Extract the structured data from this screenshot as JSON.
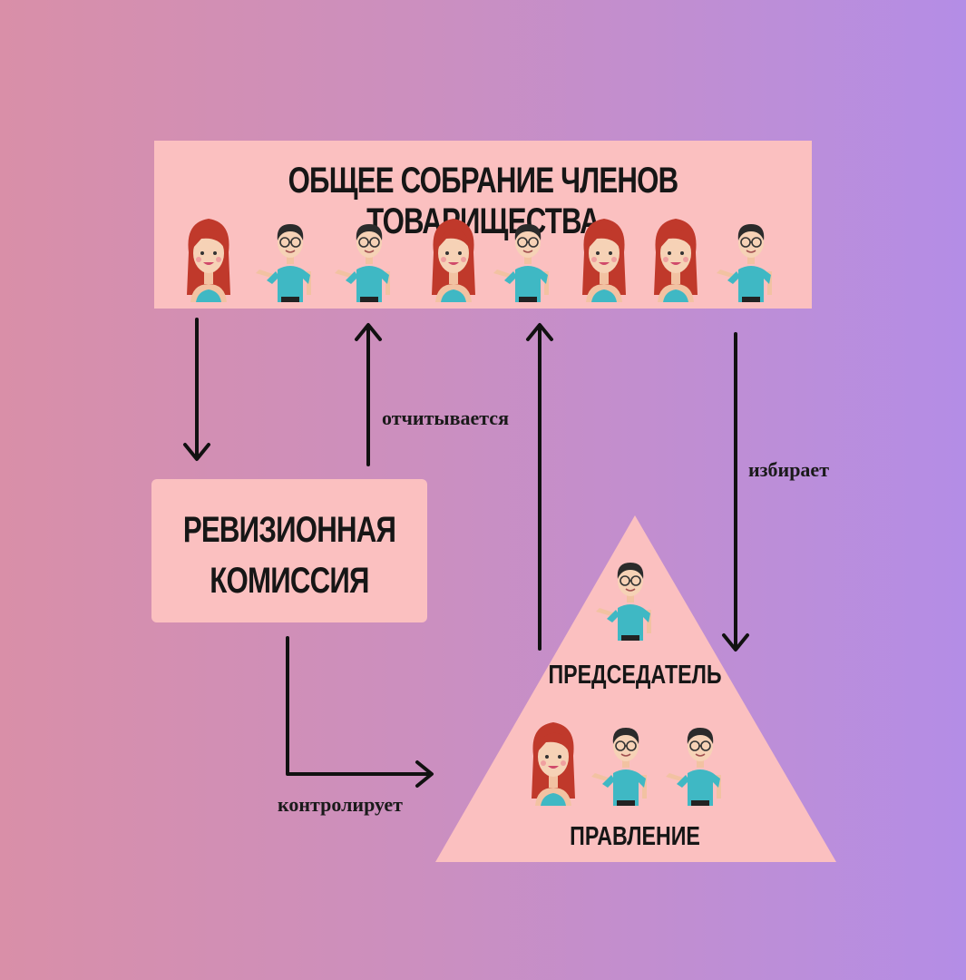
{
  "assembly": {
    "title": "ОБЩЕЕ СОБРАНИЕ ЧЛЕНОВ ТОВАРИЩЕСТВА"
  },
  "commission": {
    "line1": "РЕВИЗИОННАЯ",
    "line2": "КОМИССИЯ"
  },
  "pyramid": {
    "chairman": "ПРЕДСЕДАТЕЛЬ",
    "board": "ПРАВЛЕНИЕ"
  },
  "labels": {
    "reports": "отчитывается",
    "elects": "избирает",
    "controls": "контролирует"
  },
  "icons": {
    "woman": "woman-avatar-icon",
    "man": "man-avatar-icon"
  },
  "colors": {
    "box": "#fbc0c0",
    "shirt": "#3fb8c4",
    "hair_woman": "#c0392b",
    "arrow": "#111111"
  }
}
